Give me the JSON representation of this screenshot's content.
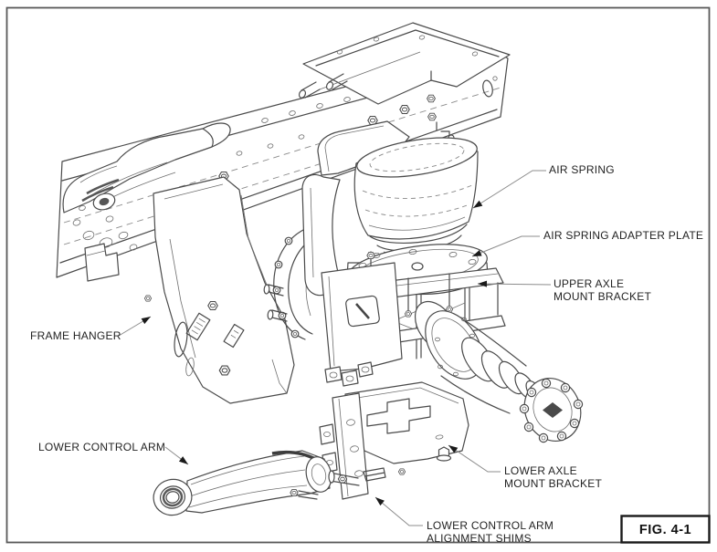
{
  "figure": {
    "caption": "FIG. 4-1"
  },
  "labels": {
    "air_spring": "AIR SPRING",
    "air_spring_adapter_plate": "AIR SPRING ADAPTER PLATE",
    "upper_axle_mount_bracket": [
      "UPPER AXLE",
      "MOUNT BRACKET"
    ],
    "frame_hanger": "FRAME HANGER",
    "lower_control_arm": "LOWER CONTROL ARM",
    "lower_axle_mount_bracket": [
      "LOWER AXLE",
      "MOUNT BRACKET"
    ],
    "lower_control_arm_alignment_shims": [
      "LOWER CONTROL ARM",
      "ALIGNMENT SHIMS"
    ]
  },
  "colors": {
    "background": "#ffffff",
    "drawing_line": "#4a4a4a",
    "label_text": "#232323",
    "leader_line": "#8c8c8c",
    "arrowhead": "#1a1a1a",
    "page_border": "#595959"
  }
}
